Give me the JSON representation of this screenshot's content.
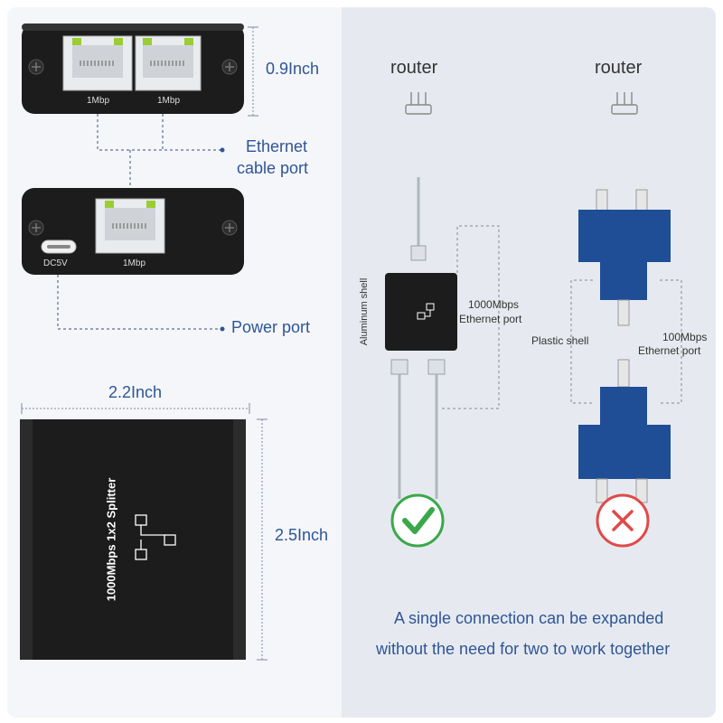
{
  "left": {
    "port_labels_top": [
      "1Mbp",
      "1Mbp"
    ],
    "dim_height_top": "0.9Inch",
    "ethernet_port_label": [
      "Ethernet",
      "cable port"
    ],
    "dc_label": "DC5V",
    "port_label_bottom": "1Mbp",
    "power_port_label": "Power port",
    "dim_width": "2.2Inch",
    "dim_height": "2.5Inch",
    "device_face_text": "1000Mbps 1x2 Splitter"
  },
  "right": {
    "router_left": "router",
    "router_right": "router",
    "aluminum_shell": "Aluminum shell",
    "gigabit_label": [
      "1000Mbps",
      "Ethernet port"
    ],
    "plastic_shell": "Plastic shell",
    "fast_label": [
      "100Mbps",
      "Ethernet port"
    ],
    "caption": [
      "A single connection can be expanded",
      "without the need for two to work together"
    ]
  },
  "colors": {
    "accent_blue": "#2f5596",
    "plastic_blue": "#1f4e96",
    "check_green": "#3aa84a",
    "cross_red": "#e04a4a",
    "device_black": "#1c1c1c"
  },
  "icons": [
    "router-icon",
    "check-icon",
    "cross-icon",
    "ethernet-icon",
    "screw-icon"
  ]
}
